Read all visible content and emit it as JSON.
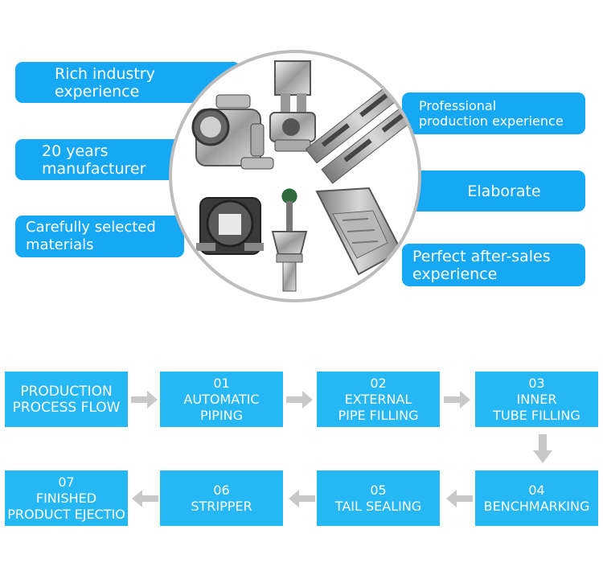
{
  "features": {
    "rich": [
      "Rich industry",
      "experience"
    ],
    "years": [
      "20 years",
      "manufacturer"
    ],
    "materials": [
      "Carefully selected",
      "materials"
    ],
    "professional": [
      "Professional",
      "production experience"
    ],
    "elaborate": [
      "Elaborate"
    ],
    "aftersales": [
      "Perfect after-sales",
      "experience"
    ]
  },
  "flow": {
    "title": [
      "PRODUCTION",
      "PROCESS FLOW"
    ],
    "step01": [
      "01",
      "AUTOMATIC",
      "PIPING"
    ],
    "step02": [
      "02",
      "EXTERNAL",
      "PIPE FILLING"
    ],
    "step03": [
      "03",
      "INNER",
      "TUBE FILLING"
    ],
    "step04": [
      "04",
      "BENCHMARKING"
    ],
    "step05": [
      "05",
      "TAIL SEALING"
    ],
    "step06": [
      "06",
      "STRIPPER"
    ],
    "step07": [
      "07",
      "FINISHED",
      "PRODUCT EJECTIO"
    ]
  },
  "colors": {
    "pill": "#16a8f2",
    "box": "#26b7f5",
    "arrow": "#c8c8c8",
    "ring": "#bdbdbd"
  },
  "icons": {
    "arrow": "arrow-icon",
    "parts": "valve-parts-illustration"
  }
}
